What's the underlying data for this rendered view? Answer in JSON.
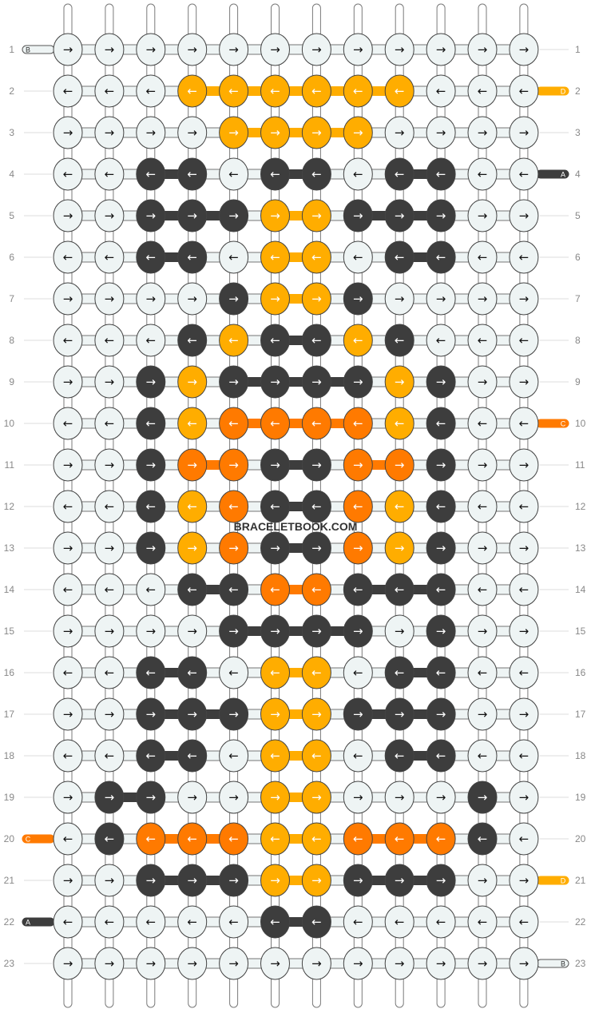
{
  "watermark": "BRACELETBOOK.COM",
  "colors": {
    "A": "#3d3d3d",
    "B": "#eef4f4",
    "C": "#ff7a00",
    "D": "#ffad00"
  },
  "left_labels": [
    "B",
    "",
    "",
    "",
    "",
    "",
    "",
    "",
    "",
    "",
    "",
    "",
    "",
    "",
    "",
    "",
    "",
    "",
    "",
    "C",
    "",
    "A",
    ""
  ],
  "right_labels": [
    "",
    "D",
    "",
    "A",
    "",
    "",
    "",
    "",
    "",
    "C",
    "",
    "",
    "",
    "",
    "",
    "",
    "",
    "",
    "",
    "",
    "D",
    "",
    "B"
  ],
  "row_numbers": [
    "1",
    "2",
    "3",
    "4",
    "5",
    "6",
    "7",
    "8",
    "9",
    "10",
    "11",
    "12",
    "13",
    "14",
    "15",
    "16",
    "17",
    "18",
    "19",
    "20",
    "21",
    "22",
    "23"
  ],
  "rows": [
    "BBBBBBBBBBBB",
    "BBBDDDDDDBBB",
    "BBBBDDDDBBBB",
    "BBAABAABAABB",
    "BBAAADDAAABB",
    "BBAABDDBAABB",
    "BBBBADDABBBB",
    "BBBADAADABBB",
    "BBADAAAADABB",
    "BBADCCCCDABB",
    "BBACCAACCABB",
    "BBADCAACDABB",
    "BBADCAACDABB",
    "BBBAACCAAABB",
    "BBBBAAAABABB",
    "BBAABDDBAABB",
    "BBAAADDAAABB",
    "BBAABDDBAABB",
    "BAABBDDBBBAB",
    "BACCCDDCCCAB",
    "BBAAADDAAABB",
    "BBBBBAABBBBB",
    "BBBBBBBBBBBB"
  ],
  "dirs": [
    "RRRRRRRRRRRR",
    "LLLLLLLLLLLL",
    "RRRRRRRRRRRR",
    "LLLLLLLLLLLL",
    "RRRRRRRRRRRR",
    "LLLLLLLLLLLL",
    "RRRRRRRRRRRR",
    "LLLLLLLLLLLL",
    "RRRRRRRRRRRR",
    "LLLLLLLLLLLL",
    "RRRRRRRRRRRR",
    "LLLLLLLLLLLL",
    "RRRRRRRRRRRR",
    "LLLLLLLLLLLL",
    "RRRRRRRRRRRR",
    "LLLLLLLLLLLL",
    "RRRRRRRRRRRR",
    "LLLLLLLLLLLL",
    "RRRRRRRRRRRR",
    "LLLLLLLLLLLL",
    "RRRRRRRRRRRR",
    "LLLLLLLLLLLL",
    "RRRRRRRRRRRR"
  ]
}
